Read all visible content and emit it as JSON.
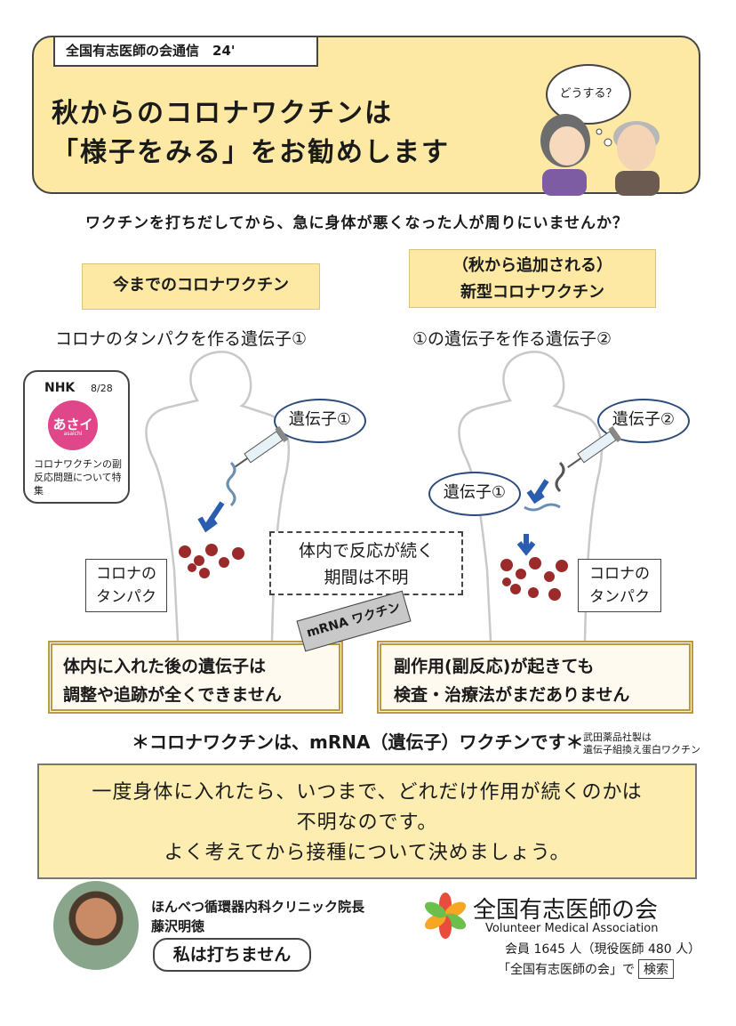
{
  "header": {
    "tag": "全国有志医師の会通信　24'",
    "title_line1": "秋からのコロナワクチンは",
    "title_line2": "「様子をみる」をお勧めします",
    "thought": "どうする？"
  },
  "question": "ワクチンを打ちだしてから、急に身体が悪くなった人が周りにいませんか？",
  "left": {
    "heading": "今までのコロナワクチン",
    "gene_title": "コロナのタンパクを作る遺伝子①",
    "bubble": "遺伝子①",
    "protein_label_1": "コロナの",
    "protein_label_2": "タンパク"
  },
  "right": {
    "heading_1": "（秋から追加される）",
    "heading_2": "新型コロナワクチン",
    "gene_title": "①の遺伝子を作る遺伝子②",
    "bubble_2": "遺伝子②",
    "bubble_1": "遺伝子①",
    "protein_label_1": "コロナの",
    "protein_label_2": "タンパク"
  },
  "nhk": {
    "channel": "NHK",
    "date": "8/28",
    "logo_text": "あさイチ",
    "logo_small": "asaichi",
    "caption": "コロナワクチンの副反応問題について特集"
  },
  "center": {
    "line1": "体内で反応が続く",
    "line2": "期間は不明"
  },
  "mrna_tag": "mRNA ワクチン",
  "warn_left": {
    "line1": "体内に入れた後の遺伝子は",
    "line2": "調整や追跡が全くできません"
  },
  "warn_right": {
    "line1": "副作用(副反応)が起きても",
    "line2": "検査・治療法がまだありません"
  },
  "note": "＊コロナワクチンは、mRNA（遺伝子）ワクチンです＊",
  "small_note": {
    "line1": "武田薬品社製は",
    "line2": "遺伝子組換え蛋白ワクチン"
  },
  "conclusion": {
    "line1": "一度身体に入れたら、いつまで、どれだけ作用が続くのかは",
    "line2": "不明なのです。",
    "line3": "よく考えてから接種について決めましょう。"
  },
  "doctor": {
    "title": "ほんべつ循環器内科クリニック院長",
    "name": "藤沢明徳",
    "quote": "私は打ちません"
  },
  "association": {
    "name": "全国有志医師の会",
    "english": "Volunteer Medical Association",
    "members": "会員 1645 人（現役医師 480 人）",
    "search_text": "「全国有志医師の会」で",
    "search_button": "検索"
  },
  "colors": {
    "banner_yellow": "#fde9a4",
    "bubble_blue": "#2d4b7a",
    "protein_red": "#9b2a2a",
    "gold_border": "#bb9a45"
  }
}
